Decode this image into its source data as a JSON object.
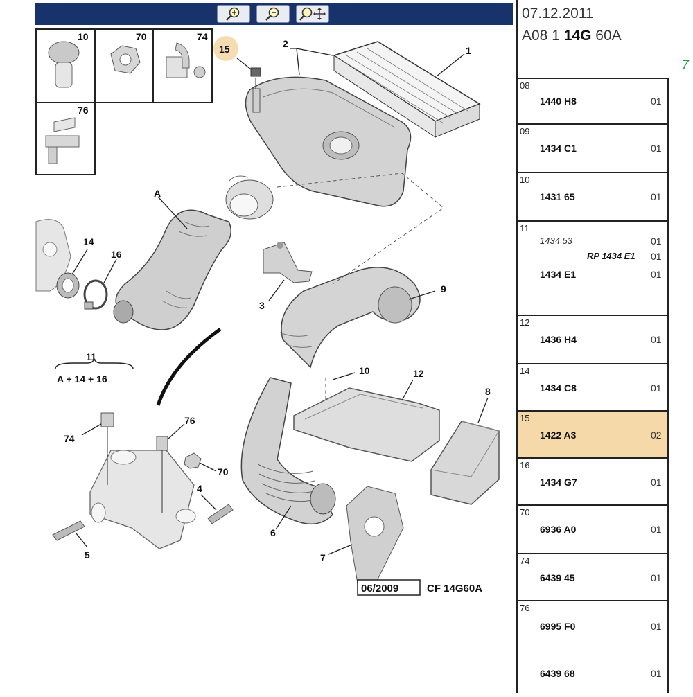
{
  "toolbar": {
    "zoom_in_label": "zoom-in",
    "zoom_out_label": "zoom-out",
    "zoom_pan_label": "zoom-pan"
  },
  "header": {
    "date": "07.12.2011",
    "ref_prefix": "A08 1",
    "ref_bold": "14G",
    "ref_suffix": "60A",
    "page": "7"
  },
  "diagram": {
    "callouts": [
      "1",
      "2",
      "15",
      "10",
      "70",
      "74",
      "76",
      "A",
      "14",
      "16",
      "3",
      "9",
      "11",
      "10",
      "12",
      "8",
      "74",
      "76",
      "70",
      "4",
      "5",
      "6",
      "7"
    ],
    "formula": "A + 14 + 16",
    "formula_index": "11",
    "date_stamp": "06/2009",
    "code": "CF 14G60A",
    "inset_labels": [
      "10",
      "70",
      "74",
      "76"
    ]
  },
  "parts": [
    {
      "idx": "08",
      "lines": [
        {
          "pn": "1440 H8",
          "qty": "01"
        }
      ]
    },
    {
      "idx": "09",
      "lines": [
        {
          "pn": "1434 C1",
          "qty": "01"
        }
      ]
    },
    {
      "idx": "10",
      "lines": [
        {
          "pn": "1431 65",
          "qty": "01"
        }
      ]
    },
    {
      "idx": "11",
      "lines": [
        {
          "pn": "1434 53",
          "qty": "01",
          "alt": true
        },
        {
          "pn": "",
          "qty": "01",
          "rp": "RP 1434 E1"
        },
        {
          "pn": "1434 E1",
          "qty": "01"
        }
      ]
    },
    {
      "idx": "12",
      "lines": [
        {
          "pn": "1436 H4",
          "qty": "01"
        }
      ]
    },
    {
      "idx": "14",
      "lines": [
        {
          "pn": "1434 C8",
          "qty": "01"
        }
      ]
    },
    {
      "idx": "15",
      "lines": [
        {
          "pn": "1422 A3",
          "qty": "02"
        }
      ],
      "highlight": true
    },
    {
      "idx": "16",
      "lines": [
        {
          "pn": "1434 G7",
          "qty": "01"
        }
      ]
    },
    {
      "idx": "70",
      "lines": [
        {
          "pn": "6936 A0",
          "qty": "01"
        }
      ]
    },
    {
      "idx": "74",
      "lines": [
        {
          "pn": "6439 45",
          "qty": "01"
        }
      ]
    },
    {
      "idx": "76",
      "lines": [
        {
          "pn": "6995 F0",
          "qty": "01"
        },
        {
          "pn": "6439 68",
          "qty": "01"
        }
      ]
    }
  ],
  "colors": {
    "toolbar_bg": "#18336b",
    "highlight": "#f5d9a8",
    "page_number": "#2a9a3a"
  }
}
